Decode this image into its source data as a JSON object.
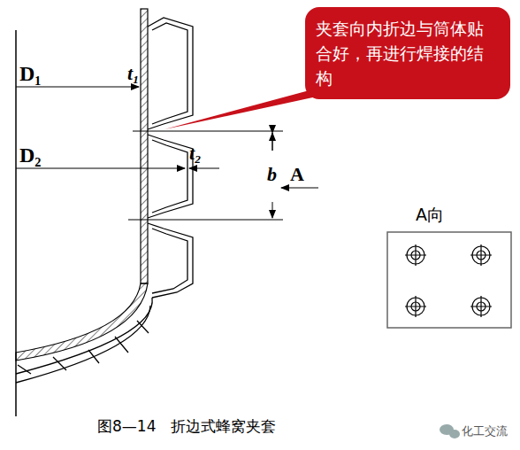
{
  "diagram": {
    "caption": "图8—14   折边式蜂窝夹套",
    "nodes": [
      {
        "text": [
          "夹套向内折边与筒体贴合好，再进行焊接的结构"
        ]
      },
      {
        "text": [
          "A向"
        ]
      }
    ],
    "labels": [
      "D₁",
      "t₁",
      "D₂",
      "t₂",
      "b",
      "A",
      "化工交流"
    ]
  }
}
